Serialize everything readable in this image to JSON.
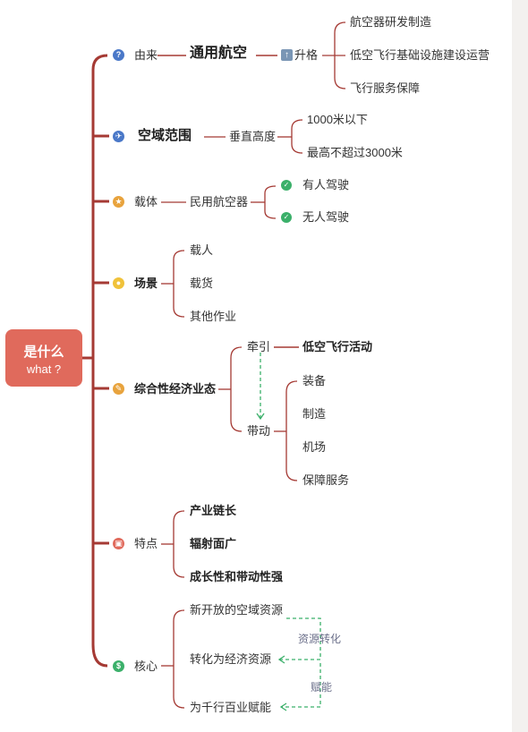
{
  "root": {
    "title": "是什么",
    "subtitle": "what ?"
  },
  "colors": {
    "branch": "#a53a34",
    "accent": "#e06a5c",
    "dashed": "#3bb06a",
    "text": "#333333"
  },
  "branches": [
    {
      "label": "由来",
      "icon": "question-icon",
      "children": [
        {
          "label": "通用航空",
          "next": "升格",
          "children": [
            "航空器研发制造",
            "低空飞行基础设施建设运营",
            "飞行服务保障"
          ]
        }
      ]
    },
    {
      "label": "空域范围",
      "icon": "airplane-icon",
      "children": [
        {
          "label": "垂直高度",
          "children": [
            "1000米以下",
            "最高不超过3000米"
          ]
        }
      ]
    },
    {
      "label": "载体",
      "icon": "star-icon",
      "children": [
        {
          "label": "民用航空器",
          "children": [
            "有人驾驶",
            "无人驾驶"
          ]
        }
      ]
    },
    {
      "label": "场景",
      "icon": "lightbulb-icon",
      "children": [
        "载人",
        "载货",
        "其他作业"
      ]
    },
    {
      "label": "综合性经济业态",
      "icon": "pencil-icon",
      "children": [
        {
          "label": "牵引",
          "children": [
            "低空飞行活动"
          ]
        },
        {
          "label": "带动",
          "children": [
            "装备",
            "制造",
            "机场",
            "保障服务"
          ]
        }
      ]
    },
    {
      "label": "特点",
      "icon": "briefcase-icon",
      "children": [
        "产业链长",
        "辐射面广",
        "成长性和带动性强"
      ]
    },
    {
      "label": "核心",
      "icon": "dollar-icon",
      "children": [
        "新开放的空域资源",
        "转化为经济资源",
        "为千行百业赋能"
      ],
      "notes": [
        "资源转化",
        "赋能"
      ]
    }
  ]
}
